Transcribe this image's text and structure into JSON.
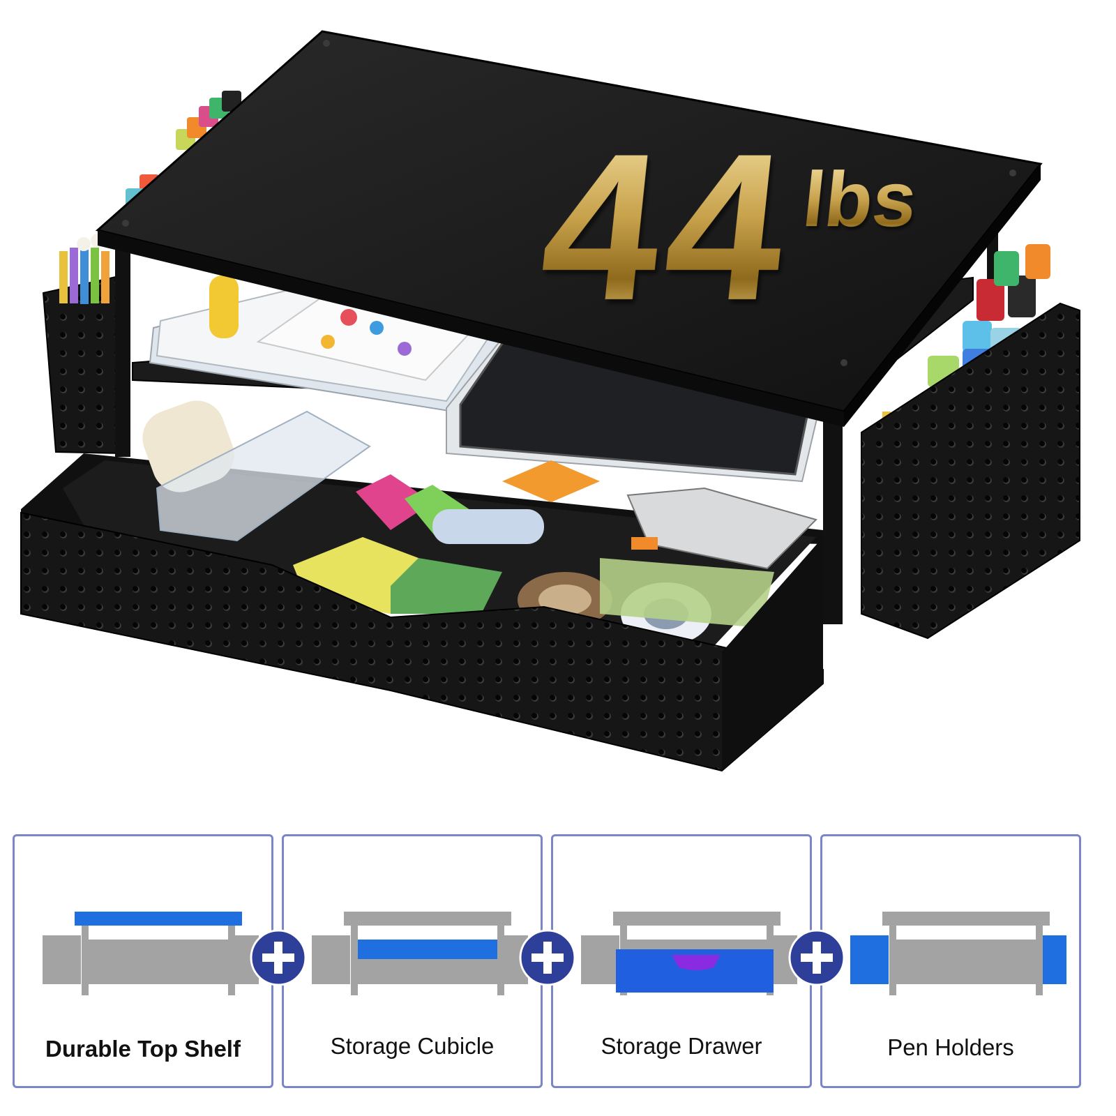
{
  "hero": {
    "capacity_value": "44",
    "capacity_unit": "lbs"
  },
  "features": [
    {
      "label": "Durable Top Shelf",
      "highlight": "top-shelf",
      "highlight_color": "#1f6fe0"
    },
    {
      "label": "Storage Cubicle",
      "highlight": "cubicle",
      "highlight_color": "#1f6fe0"
    },
    {
      "label": "Storage Drawer",
      "highlight": "drawer",
      "highlight_color": "#1f5fe0"
    },
    {
      "label": "Pen Holders",
      "highlight": "pen-holders",
      "highlight_color": "#1f6fe0"
    }
  ],
  "colors": {
    "card_border": "#7a86c8",
    "plus_badge": "#2e3f9a",
    "gray_part": "#a3a3a3",
    "gold": "#c8a24c",
    "stand_black": "#1a1a1a"
  },
  "icons": [
    "plus-icon",
    "plus-icon",
    "plus-icon"
  ]
}
